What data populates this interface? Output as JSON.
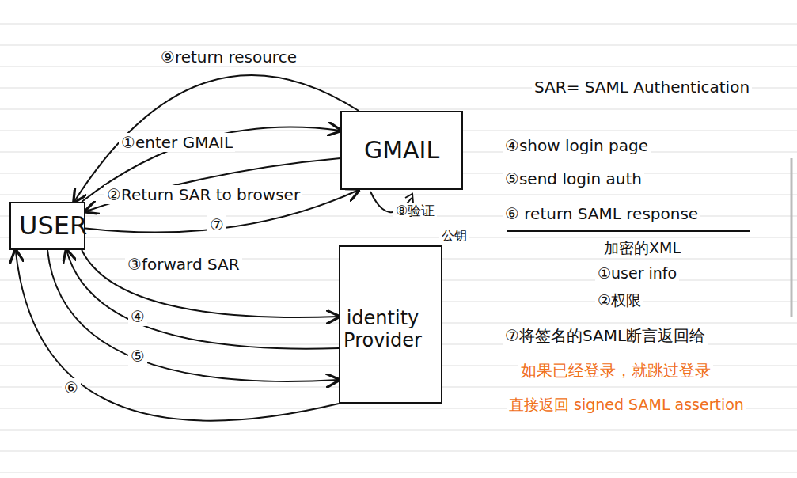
{
  "diagram": {
    "nodes": [
      {
        "text": [
          "USER"
        ]
      },
      {
        "text": [
          "GMAIL"
        ]
      },
      {
        "text": [
          "identity Provider"
        ]
      }
    ],
    "edges": [
      {
        "from": 1,
        "to": 0,
        "arrow": "to",
        "label": "⑨return resource"
      },
      {
        "from": 0,
        "to": 1,
        "arrow": "to",
        "label": "①enter GMAIL"
      },
      {
        "from": 1,
        "to": 0,
        "arrow": "to",
        "label": "②Return SAR to browser"
      },
      {
        "from": 0,
        "to": 1,
        "arrow": "to",
        "label": "⑦"
      },
      {
        "from": 0,
        "to": 2,
        "arrow": "to",
        "label": "③forward SAR"
      },
      {
        "from": 2,
        "to": 0,
        "arrow": "to",
        "label": "④"
      },
      {
        "from": 0,
        "to": 2,
        "arrow": "to",
        "label": "⑤"
      },
      {
        "from": 2,
        "to": 0,
        "arrow": "to",
        "label": "⑥"
      }
    ],
    "labels": [
      "SAR= SAML Authentication",
      "④show login page",
      "⑤send login auth",
      "⑥ return SAML response",
      "加密的XML",
      "①user info",
      "②权限",
      "⑦将签名的SAML断言返回给",
      "如果已经登录，就跳过登录",
      "直接返回 signed SAML assertion",
      "⑧验证",
      "公钥"
    ]
  }
}
